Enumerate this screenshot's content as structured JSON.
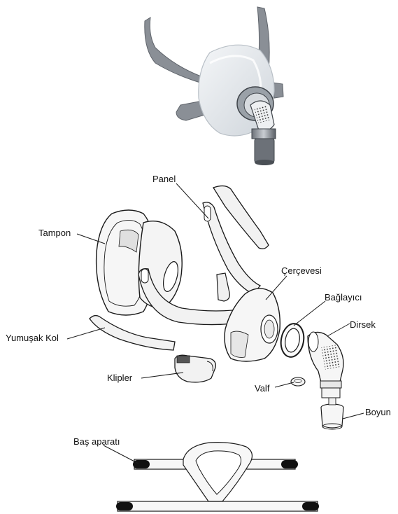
{
  "labels": {
    "panel": "Panel",
    "tampon": "Tampon",
    "cercevesi": "Çerçevesi",
    "baglayici": "Bağlayıcı",
    "dirsek": "Dirsek",
    "yumusak_kol": "Yumuşak Kol",
    "klipler": "Klipler",
    "valf": "Valf",
    "boyun": "Boyun",
    "bas_aparati": "Baş aparatı"
  },
  "colors": {
    "line": "#1a1a1a",
    "strap": "#8a8f96",
    "strap_dark": "#5f646b",
    "shell": "#e4e8ec",
    "part_fill": "#f4f4f4",
    "black_tab": "#111111"
  }
}
